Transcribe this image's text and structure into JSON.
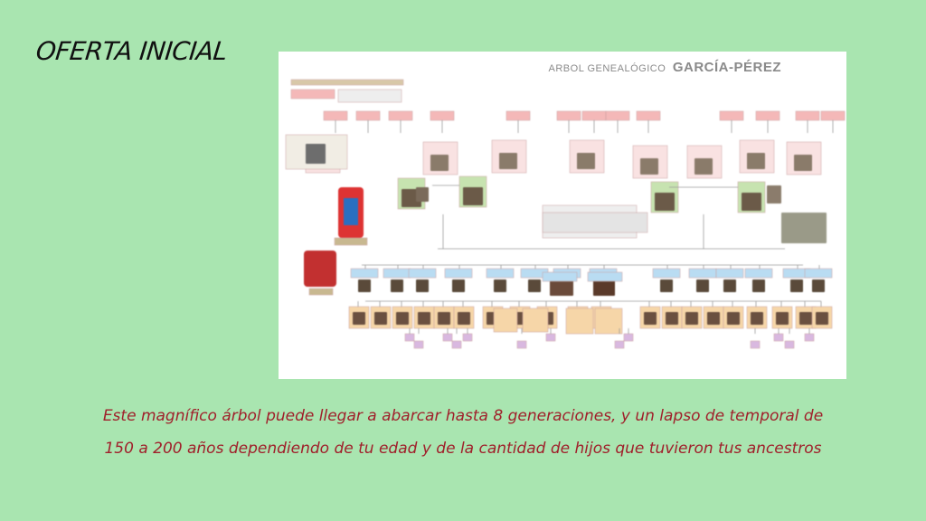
{
  "slide": {
    "title": "OFERTA INICIAL",
    "caption_line1": "Este magnífico árbol puede llegar a abarcar hasta 8 generaciones, y un lapso de temporal de",
    "caption_line2": "150 a 200 años dependiendo de tu edad y de la cantidad de hijos que tuvieron tus ancestros"
  },
  "tree": {
    "title_small": "ARBOL GENEALÓGICO",
    "title_big": "GARCÍA-PÉREZ"
  },
  "colors": {
    "background": "#a9e5b0",
    "caption": "#a0202b",
    "ancestor_box": "#f4b8b8",
    "parent_box": "#c7e3b0",
    "child_box": "#b9dcf2",
    "grandchild_box": "#f6d6a8",
    "leaf_box": "#d9b8e0"
  }
}
